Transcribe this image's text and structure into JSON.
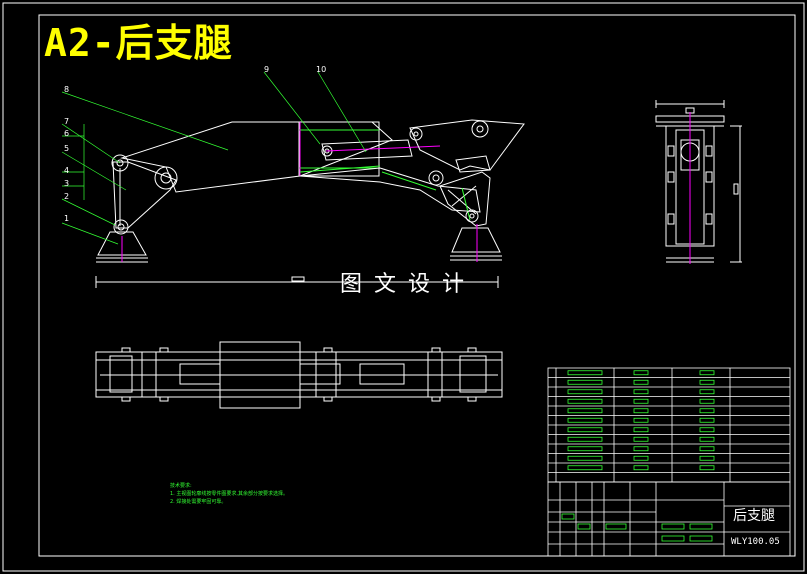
{
  "drawing": {
    "title": "A2-后支腿",
    "watermark": "图文设计",
    "part_name": "后支腿",
    "drawing_code": "WLY100.05"
  },
  "technical_requirements": {
    "heading": "技术要求:",
    "items": [
      "1. 主视图轮廓线按零件图要求,其余部分按要求选择。",
      "2. 焊接处需要牢固可靠。"
    ]
  },
  "part_labels": [
    "1",
    "2",
    "3",
    "4",
    "5",
    "6",
    "7",
    "8",
    "9",
    "10"
  ],
  "colors": {
    "background": "#000000",
    "outline": "#ffffff",
    "centerline": "#ff00ff",
    "leader": "#33ff33",
    "title": "#ffff00"
  }
}
